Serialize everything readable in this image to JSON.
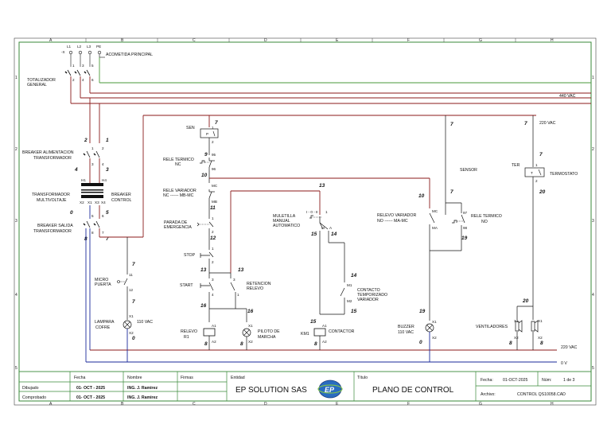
{
  "grid": {
    "cols": [
      "A",
      "B",
      "C",
      "D",
      "E",
      "F",
      "G",
      "H"
    ],
    "rows": [
      "1",
      "2",
      "3",
      "4",
      "5"
    ]
  },
  "supply": {
    "phases": [
      "L1",
      "L2",
      "L3",
      "PE"
    ],
    "phase_prefix": "-X",
    "terminals_top": [
      "1",
      "3",
      "5"
    ],
    "terminals_bottom": [
      "2",
      "4",
      "6"
    ],
    "acometida": "ACOMETIDA PRINCIPAL",
    "totalizador": [
      "TOTALIZADOR",
      "GENERAL"
    ],
    "bus_440": "440 VAC",
    "bus_220_top": "220 VAC",
    "bus_220_bottom": "220 VAC",
    "bus_0v": "0 V"
  },
  "transformer": {
    "breaker_in": [
      "BREAKER ALIMENTACION",
      "TRANSFORMADOR"
    ],
    "name": [
      "TRANSFORMADOR",
      "MULTIVOLTAJE"
    ],
    "breaker_ctrl": [
      "BREAKER",
      "CONTROL"
    ],
    "breaker_out": [
      "BREAKER SALIDA",
      "TRANSFORMADOR"
    ],
    "pins_primary": [
      "H1",
      "H4"
    ],
    "pins_secondary": [
      "X2",
      "X1",
      "X3",
      "X4"
    ],
    "pins_in": [
      "1",
      "2",
      "3",
      "4"
    ],
    "pins_out": [
      "5",
      "6",
      "7",
      "8"
    ],
    "wire_2": "2",
    "wire_1": "1",
    "wire_4": "4",
    "wire_3": "3",
    "wire_0": "0",
    "wire_5": "5",
    "wire_8": "8",
    "wire_7": "7"
  },
  "left_branch": {
    "wire_7a": "7",
    "wire_7b": "7",
    "wire_0": "0",
    "micro": [
      "MICRO",
      "PUERTA"
    ],
    "micro_pins": [
      "11",
      "12"
    ],
    "lampara": [
      "LAMPARA",
      "COFRE"
    ],
    "lampara_volt": "110 VAC",
    "pins": [
      "X1",
      "X2"
    ]
  },
  "main_branch": {
    "sen": "SEN",
    "sen_symbol": "P",
    "wires": [
      "7",
      "9",
      "10",
      "11",
      "12",
      "13",
      "13",
      "16",
      "16",
      "8",
      "8"
    ],
    "pins_sen": [
      "1",
      "2"
    ],
    "pins_termico": [
      "95",
      "96"
    ],
    "rele_termico": [
      "RELE TERMICO",
      "NC"
    ],
    "rele_variador": [
      "RELE VARIADOR",
      "NC ------  MB-MC"
    ],
    "rv_pins": [
      "MC",
      "MB"
    ],
    "parada": [
      "PARADA DE",
      "EMERGENCIA"
    ],
    "pins_12": [
      "1",
      "2"
    ],
    "stop": "STOP",
    "start": "START",
    "pins_34": [
      "3",
      "4"
    ],
    "retencion": [
      "RETENCION",
      "RELEVO"
    ],
    "pins_ret": [
      "3",
      "1"
    ],
    "rele": [
      "RELEVO",
      "R1"
    ],
    "pins_a": [
      "A1",
      "A2"
    ],
    "piloto": [
      "PILOTO DE",
      "MARCHA"
    ]
  },
  "contactor_branch": {
    "wire_13": "13",
    "multitella": [
      "MULETILLA",
      "MANUAL",
      "AUTOMATICO"
    ],
    "selector": "I - 0 - II",
    "selector_pins": [
      "1",
      "M",
      "A"
    ],
    "wires": [
      "15",
      "14",
      "14",
      "15",
      "15",
      "8"
    ],
    "contacto": [
      "CONTACTO",
      "TEMPORIZADO",
      "VARIADOR"
    ],
    "contacto_pins": [
      "M1",
      "M2"
    ],
    "km1": "KM1",
    "contactor": "CONTACTOR"
  },
  "sensor_branch": {
    "wire_7": "7",
    "wire_10": "10",
    "wire_19": "19",
    "wire_0": "0",
    "wire_7b": "7",
    "wire_19b": "19",
    "sensor": "SENSOR",
    "rele_variador": [
      "RELEVO VARIADOR",
      "NO ------  MA-MC"
    ],
    "rv_pins": [
      "MC",
      "MA"
    ],
    "rele_termico": [
      "RELE TERMICO",
      "NO"
    ],
    "rt_pins": [
      "97",
      "98"
    ],
    "buzzer": [
      "BUZZER",
      "110 VAC"
    ]
  },
  "thermostat_branch": {
    "wire_7a": "7",
    "wire_7b": "7",
    "wire_20a": "20",
    "wire_20b": "20",
    "wire_8a": "8",
    "wire_8b": "8",
    "ter": "TER",
    "ter_symbol": "T",
    "ter_pins": [
      "1",
      "2"
    ],
    "termostato": "TERMOSTATO",
    "ventiladores": "VENTILADORES"
  },
  "title_block": {
    "h_fecha": "Fecha",
    "h_nombre": "Nombre",
    "h_firmas": "Firmas",
    "h_entidad": "Entidad",
    "h_titulo": "Título",
    "dibujado": "Dibujado",
    "comprobado": "Comprobado",
    "fecha1": "01- OCT - 2025",
    "fecha2": "01- OCT - 2025",
    "nombre1": "ING.  J. Ramirez",
    "nombre2": "ING.  J. Ramirez",
    "company": "EP SOLUTION SAS",
    "logo_text": "EP",
    "title": "PLANO DE CONTROL",
    "fecha_label": "Fecha:",
    "fecha_val": "01-OCT-2025",
    "num_label": "Núm:",
    "num_val": "1 de 3",
    "archivo_label": "Archivo:",
    "archivo_val": "CONTROL QS10058.CAD"
  },
  "colors": {
    "red": "#8b1a1a",
    "green": "#4a9a3a",
    "blue": "#1a2a9a",
    "black": "#111111"
  }
}
